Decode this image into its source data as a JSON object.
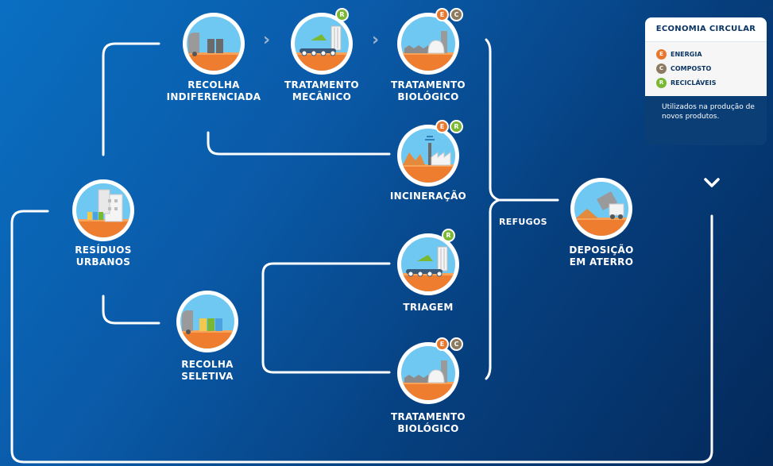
{
  "nodes": {
    "residuos": {
      "label": "RESÍDUOS\nURBANOS",
      "badges": []
    },
    "recolha_indif": {
      "label": "RECOLHA\nINDIFERENCIADA",
      "badges": []
    },
    "trat_mecanico": {
      "label": "TRATAMENTO\nMECÂNICO",
      "badges": [
        "R"
      ]
    },
    "trat_biologico_top": {
      "label": "TRATAMENTO\nBIOLÓGICO",
      "badges": [
        "E",
        "C"
      ]
    },
    "incineracao": {
      "label": "INCINERAÇÃO",
      "badges": [
        "E",
        "R"
      ]
    },
    "triagem": {
      "label": "TRIAGEM",
      "badges": [
        "R"
      ]
    },
    "trat_biologico_bottom": {
      "label": "TRATAMENTO\nBIOLÓGICO",
      "badges": [
        "E",
        "C"
      ]
    },
    "recolha_seletiva": {
      "label": "RECOLHA\nSELETIVA",
      "badges": []
    },
    "deposicao": {
      "label": "DEPOSIÇÃO\nEM ATERRO",
      "badges": []
    }
  },
  "refugos_label": "REFUGOS",
  "legend": {
    "title": "ECONOMIA CIRCULAR",
    "items": [
      {
        "letter": "E",
        "label": "ENERGIA",
        "color": "#e8772e"
      },
      {
        "letter": "C",
        "label": "COMPOSTO",
        "color": "#8c7b61"
      },
      {
        "letter": "R",
        "label": "RECICLÁVEIS",
        "color": "#7ab833"
      }
    ],
    "note": "Utilizados na produção de novos produtos."
  },
  "colors": {
    "E": "#e8772e",
    "C": "#8c7b61",
    "R": "#7ab833",
    "ground": "#ee7d2f",
    "sky": "#6ec8f1"
  },
  "icons": {
    "residuos": "buildings-and-bins-icon",
    "recolha_indif": "garbage-truck-icon",
    "trat_mecanico": "conveyor-belt-icon",
    "trat_biologico": "biodigester-icon",
    "incineracao": "incinerator-factory-icon",
    "triagem": "sorting-conveyor-icon",
    "recolha_seletiva": "recycling-bins-truck-icon",
    "deposicao": "landfill-dump-truck-icon"
  }
}
